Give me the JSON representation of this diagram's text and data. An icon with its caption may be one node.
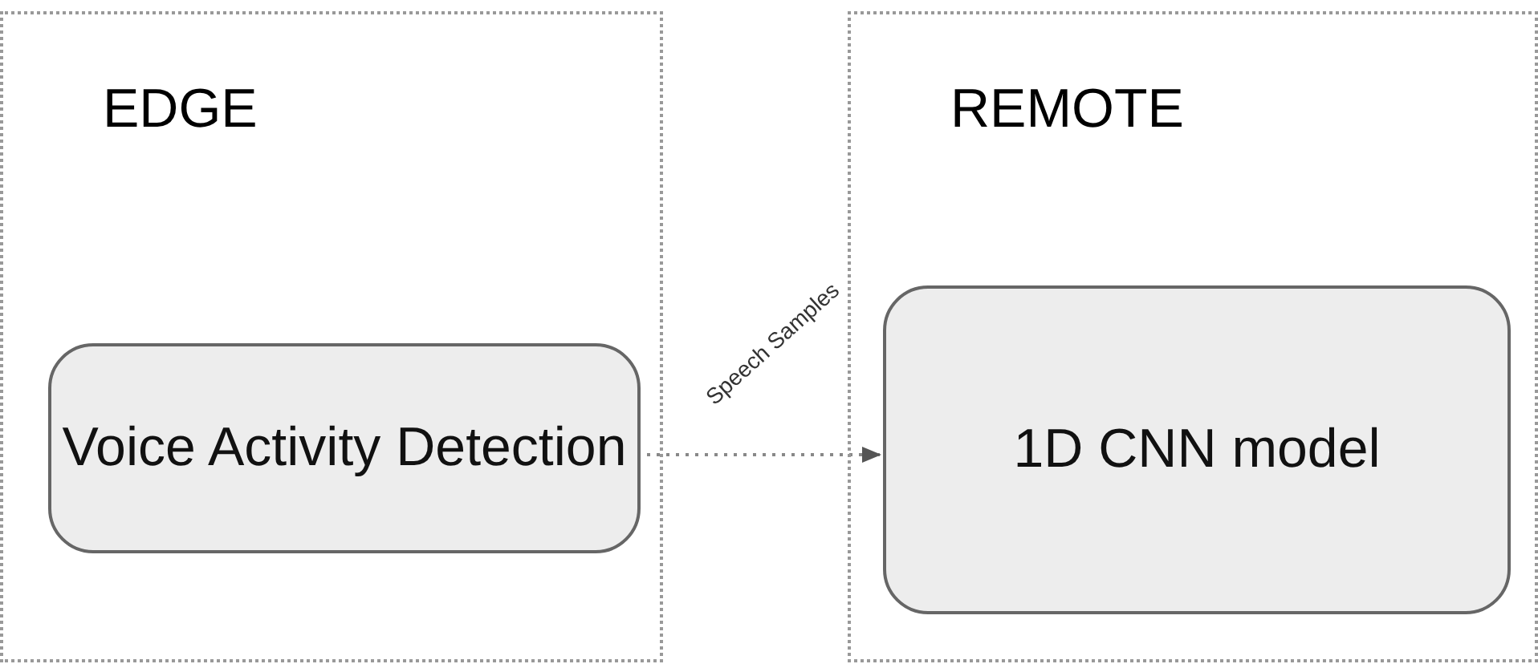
{
  "diagram": {
    "nodes": [
      {
        "text": [
          "EDGE"
        ]
      },
      {
        "text": [
          "Voice Activity Detection"
        ],
        "in": 0
      },
      {
        "text": [
          "REMOTE"
        ]
      },
      {
        "text": [
          "1D CNN model"
        ],
        "in": 2
      }
    ],
    "edges": [
      {
        "from": 1,
        "to": 3,
        "arrow": "to",
        "label": "Speech Samples",
        "style": "dashed"
      }
    ]
  }
}
